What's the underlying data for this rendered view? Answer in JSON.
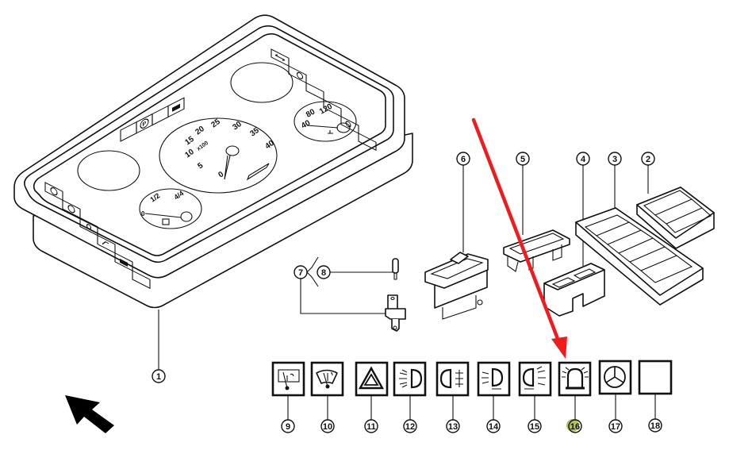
{
  "diagram": {
    "title": "Instrument cluster exploded parts diagram",
    "cluster": {
      "tachometer": {
        "scale": [
          "0",
          "5",
          "10",
          "15",
          "20",
          "25",
          "30",
          "35",
          "40"
        ],
        "multiplier": "x100"
      },
      "fuel_gauge": {
        "scale": [
          "0",
          "1/2",
          "4/4"
        ]
      },
      "temp_gauge": {
        "scale": [
          "40",
          "80",
          "120"
        ]
      },
      "left_indicators": [
        "brake-warning-icon",
        "gear-icon",
        "light-icon",
        "oil-icon",
        "battery-icon",
        "blank"
      ],
      "top_indicators": [
        "blank",
        "parking-brake-icon",
        "blank",
        "battery-icon"
      ],
      "right_indicators": [
        "turn-signal-icon",
        "high-beam-icon",
        "blank",
        "blank",
        "glow-plug-icon",
        "blank"
      ]
    },
    "callouts": [
      {
        "id": "1",
        "label": "1",
        "part": "Instrument cluster"
      },
      {
        "id": "2",
        "label": "2",
        "part": "Blank cover, 3-slot"
      },
      {
        "id": "3",
        "label": "3",
        "part": "Blank cover, 6-slot"
      },
      {
        "id": "4",
        "label": "4",
        "part": "Double switch frame"
      },
      {
        "id": "5",
        "label": "5",
        "part": "Switch frame"
      },
      {
        "id": "6",
        "label": "6",
        "part": "Rocker switch"
      },
      {
        "id": "7",
        "label": "7",
        "part": "Bulb holder"
      },
      {
        "id": "8",
        "label": "8",
        "part": "Bulb"
      }
    ],
    "symbols": [
      {
        "label": "9",
        "icon": "rear-wiper-icon"
      },
      {
        "label": "10",
        "icon": "windshield-wiper-icon"
      },
      {
        "label": "11",
        "icon": "hazard-warning-icon"
      },
      {
        "label": "12",
        "icon": "headlight-icon"
      },
      {
        "label": "13",
        "icon": "rear-fog-light-icon"
      },
      {
        "label": "14",
        "icon": "front-fog-light-icon"
      },
      {
        "label": "15",
        "icon": "work-light-icon"
      },
      {
        "label": "16",
        "icon": "beacon-light-icon",
        "highlighted": true
      },
      {
        "label": "17",
        "icon": "mercedes-star-icon"
      },
      {
        "label": "18",
        "icon": "blank-icon"
      }
    ],
    "colors": {
      "annotation_arrow": "#ee1c1c",
      "highlight": "#a8bf3c",
      "line": "#111111"
    }
  }
}
